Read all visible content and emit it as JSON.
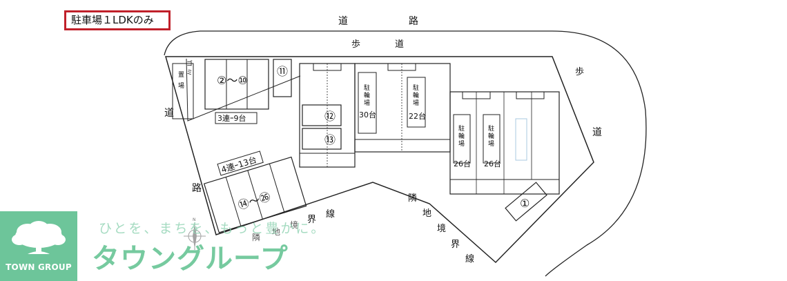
{
  "title": "駐車場１LDKのみ",
  "road": {
    "top_left": "道",
    "top_right": "路",
    "left_upper": "道",
    "left_lower": "路",
    "right": "道"
  },
  "sidewalk": {
    "left": "歩",
    "right": "道"
  },
  "sidewalk_right": "歩",
  "garbage": {
    "line1": "ゴ",
    "line2": "ミ",
    "line3": "置",
    "line4": "場"
  },
  "parking": {
    "group_2_10": "②～⑩",
    "group_2_10_note": "3連ｰ9台",
    "space_11": "⑪",
    "space_12": "⑫",
    "space_13": "⑬",
    "group_14_26": "⑭～㉖",
    "group_14_26_note": "4連ｰ13台",
    "space_1": "①"
  },
  "bike": {
    "a_label": [
      "駐",
      "輪",
      "場"
    ],
    "a_count": "30台",
    "b_label": [
      "駐",
      "輪",
      "場"
    ],
    "b_count": "22台",
    "c_label": [
      "駐",
      "輪",
      "場"
    ],
    "c_count": "26台",
    "d_label": [
      "駐",
      "輪",
      "場"
    ],
    "d_count": "26台"
  },
  "boundary": {
    "chars": [
      "隣",
      "地",
      "境",
      "界",
      "線"
    ]
  },
  "boundary_left": {
    "chars": [
      "界",
      "線"
    ],
    "partial": [
      "隣",
      "地",
      "境"
    ]
  },
  "compass": {
    "north": "N"
  },
  "logo": {
    "company_en": "TOWN GROUP",
    "tagline": "ひとを、まちを、もっと豊かに。",
    "brand": "タウングループ"
  },
  "colors": {
    "title_border": "#c0202a",
    "logo_green": "#6dc59a",
    "brand_green": "#5fc18f"
  }
}
